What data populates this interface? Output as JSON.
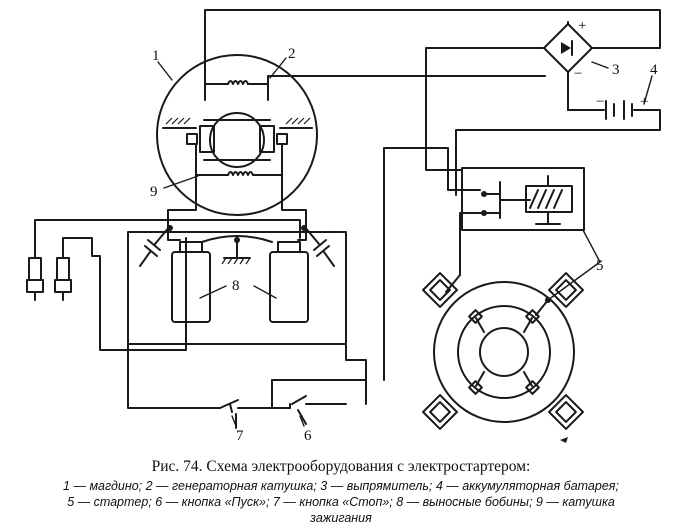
{
  "labels": {
    "magneto": "1",
    "gen_coil": "2",
    "rectifier": "3",
    "battery": "4",
    "starter": "5",
    "start_button": "6",
    "stop_button": "7",
    "coils": "8",
    "ignition_coil": "9"
  },
  "polarity": {
    "rect_plus": "+",
    "rect_minus": "−",
    "bat_minus": "−",
    "bat_plus": "+"
  },
  "caption": {
    "title": "Рис. 74. Схема электрооборудования с электростартером:",
    "legend_line1": "1 — магдино; 2 — генераторная катушка; 3 — выпрямитель; 4 — аккумуляторная батарея;",
    "legend_line2": "5 — стартер; 6 — кнопка «Пуск»; 7 — кнопка «Стоп»; 8 — выносные бобины; 9 — катушка",
    "legend_line3": "зажигания"
  }
}
